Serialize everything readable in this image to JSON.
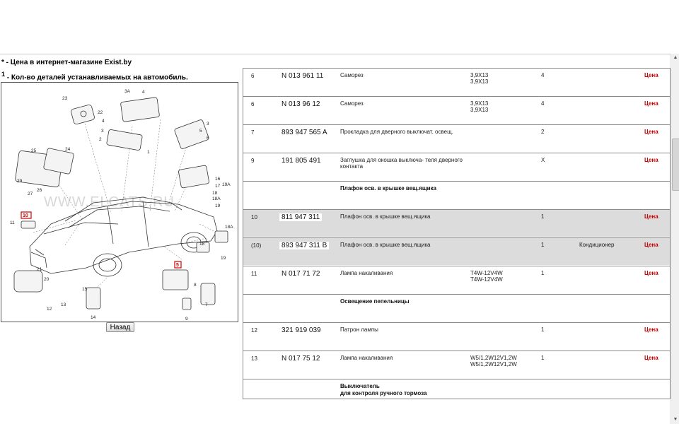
{
  "notes": {
    "price_marker": "*",
    "price_text": " - Цена в интернет-магазине Exist.by",
    "qty_marker": "1",
    "qty_text": " - Кол-во деталей устанавливаемых на автомобиль."
  },
  "diagram": {
    "watermark": "WWW.ELCATS.RU",
    "callouts": [
      "23",
      "22",
      "3A",
      "4",
      "3",
      "2",
      "4",
      "1",
      "25",
      "24",
      "3",
      "5",
      "6",
      "29",
      "27",
      "26",
      "16",
      "17",
      "18",
      "19A",
      "18A",
      "19",
      "10",
      "11",
      "18A",
      "18",
      "19",
      "21",
      "20",
      "12",
      "13",
      "15",
      "14",
      "5",
      "8",
      "9",
      "7"
    ],
    "highlighted": [
      "10",
      "5"
    ]
  },
  "back_button": "Назад",
  "rows": [
    {
      "type": "item",
      "num": "6",
      "art": "N  013 961 11",
      "name": "Саморез",
      "spec": [
        "3,9X13",
        "3,9X13"
      ],
      "qty": "4",
      "note": "",
      "price": "Цена",
      "gray": false
    },
    {
      "type": "item",
      "num": "6",
      "art": "N  013 96 12",
      "name": "Саморез",
      "spec": [
        "3,9X13",
        "3,9X13"
      ],
      "qty": "4",
      "note": "",
      "price": "Цена",
      "gray": false
    },
    {
      "type": "item",
      "num": "7",
      "art": "893 947 565 A",
      "name": "Прокладка для дверного выключат. освещ.",
      "spec": [],
      "qty": "2",
      "note": "",
      "price": "Цена",
      "gray": false
    },
    {
      "type": "item",
      "num": "9",
      "art": "191 805 491",
      "name": "Заглушка для окошка выключа- теля дверного контакта",
      "spec": [],
      "qty": "X",
      "note": "",
      "price": "Цена",
      "gray": false
    },
    {
      "type": "section",
      "title": [
        "Плафон осв. в крышке вещ.ящика"
      ]
    },
    {
      "type": "item",
      "num": "10",
      "art": "811 947 311",
      "name": "Плафон осв. в крышке вещ.ящика",
      "spec": [],
      "qty": "1",
      "note": "",
      "price": "Цена",
      "gray": true
    },
    {
      "type": "item",
      "num": "(10)",
      "art": "893 947 311 B",
      "name": "Плафон осв. в крышке вещ.ящика",
      "spec": [],
      "qty": "1",
      "note": "Кондиционер",
      "price": "Цена",
      "gray": true
    },
    {
      "type": "item",
      "num": "11",
      "art": "N  017 71 72",
      "name": "Лампа накаливания",
      "spec": [
        "T4W-12V4W",
        "T4W-12V4W"
      ],
      "qty": "1",
      "note": "",
      "price": "Цена",
      "gray": false
    },
    {
      "type": "section",
      "title": [
        "Освещение пепельницы"
      ]
    },
    {
      "type": "item",
      "num": "12",
      "art": "321 919 039",
      "name": "Патрон лампы",
      "spec": [],
      "qty": "1",
      "note": "",
      "price": "Цена",
      "gray": false
    },
    {
      "type": "item",
      "num": "13",
      "art": "N  017 75 12",
      "name": "Лампа накаливания",
      "spec": [
        "W5/1,2W12V1,2W",
        "W5/1,2W12V1,2W"
      ],
      "qty": "1",
      "note": "",
      "price": "Цена",
      "gray": false
    },
    {
      "type": "section",
      "title": [
        "Выключатель",
        "для контроля ручного тормоза"
      ]
    }
  ]
}
